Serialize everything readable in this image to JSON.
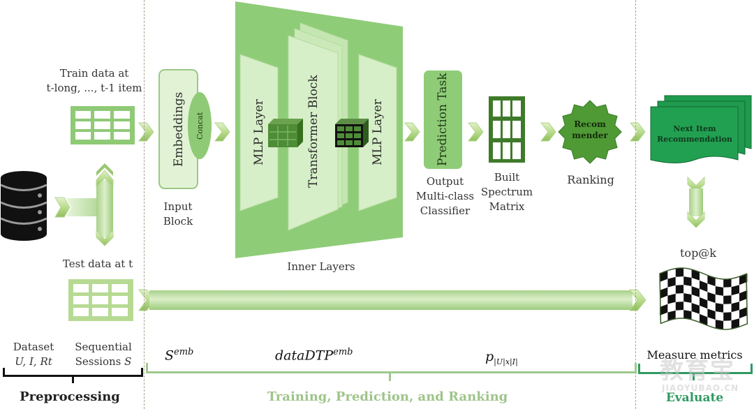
{
  "preprocessing": {
    "train_label_line1": "Train data at",
    "train_label_line2": "t-long, ..., t-1 item",
    "test_label": "Test data at t",
    "dataset_line1": "Dataset",
    "dataset_line2": "U, I, Rt",
    "sessions_line1": "Sequential",
    "sessions_line2": "Sessions 𝑆",
    "section_label": "Preprocessing"
  },
  "input_block": {
    "embeddings_label": "Embeddings",
    "concat_label": "Concat",
    "caption_line1": "Input",
    "caption_line2": "Block"
  },
  "inner_layers": {
    "mlp_left_label": "MLP Layer",
    "transformer_label": "Transformer Block",
    "mlp_right_label": "MLP Layer",
    "caption": "Inner Layers"
  },
  "prediction": {
    "task_label": "Prediction Task",
    "caption_line1": "Output",
    "caption_line2": "Multi-class",
    "caption_line3": "Classifier"
  },
  "spectrum": {
    "caption_line1": "Built",
    "caption_line2": "Spectrum",
    "caption_line3": "Matrix"
  },
  "recommender": {
    "label_line1": "Recom",
    "label_line2": "mender",
    "caption": "Ranking"
  },
  "evaluate": {
    "next_item_line1": "Next Item",
    "next_item_line2": "Recommendation",
    "topk_label": "top@k",
    "measure_label": "Measure metrics",
    "section_label": "Evaluate"
  },
  "notation": {
    "s_emb_base": "S",
    "s_emb_sup": "emb",
    "data_base": "dataDTP",
    "data_sup": "emb",
    "p_base": "p",
    "p_sub": "|U|x|I|"
  },
  "training": {
    "section_label": "Training, Prediction, and Ranking"
  },
  "watermark": {
    "cn": "教育宝",
    "url": "JIAOYUBAO.CN"
  },
  "colors": {
    "light_green": "#c7e6b5",
    "mid_green": "#8cc872",
    "dark_green": "#4a8a35",
    "emerald": "#1f9a4e",
    "section_green": "#9fc48a",
    "evaluate_teal": "#2f9a62"
  }
}
